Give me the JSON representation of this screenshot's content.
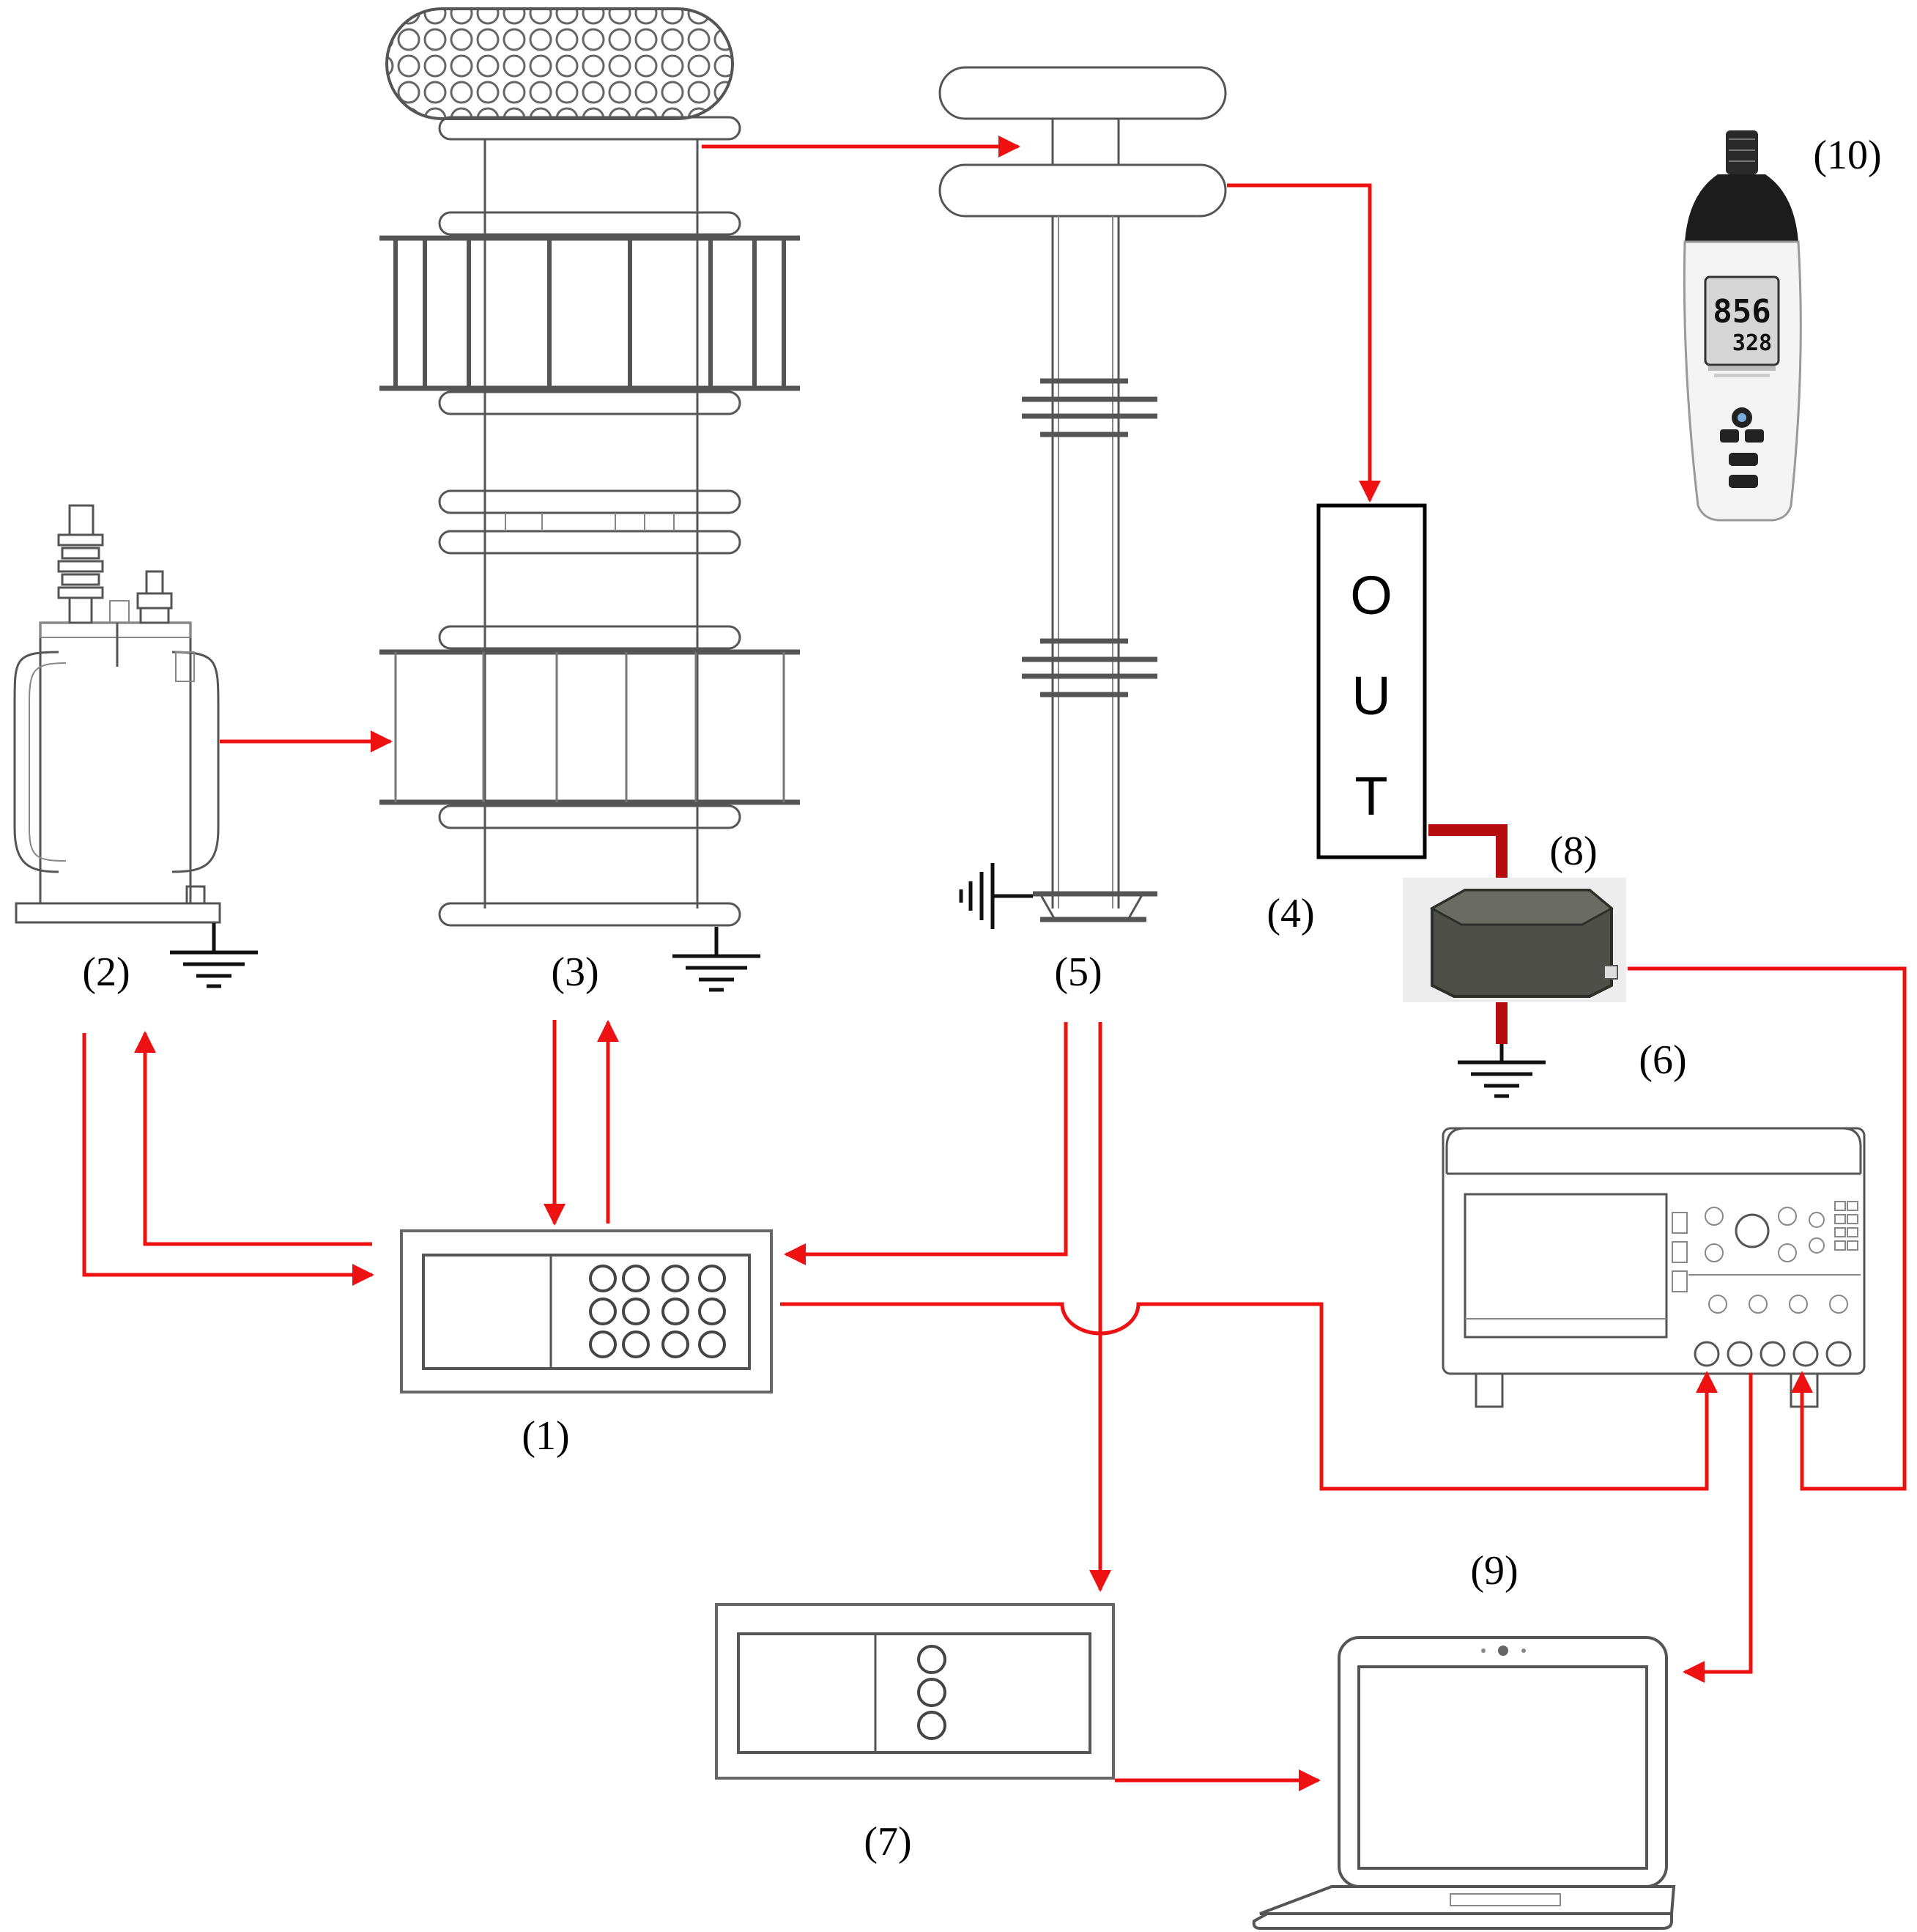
{
  "labels": {
    "control_panel": "(1)",
    "transformer": "(2)",
    "generator": "(3)",
    "object_under_test": "(4)",
    "divider": "(5)",
    "sensor": "(6)",
    "measuring_unit": "(7)",
    "current_transformer": "(8)",
    "laptop": "(9)",
    "hygrometer": "(10)"
  },
  "out_box": {
    "letters": [
      "O",
      "U",
      "T"
    ]
  },
  "meter": {
    "reading_top": "856",
    "reading_bottom": "328"
  },
  "colors": {
    "wire": "#ee1111",
    "thick_lead": "#b50d0d",
    "equipment": "#555555"
  }
}
